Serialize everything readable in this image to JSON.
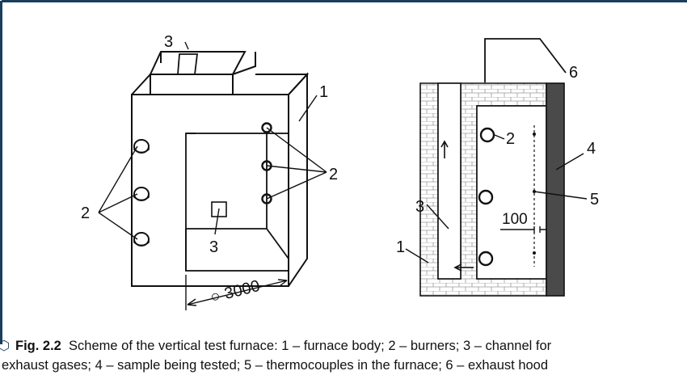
{
  "figure": {
    "left_labels": {
      "body": "1",
      "burners_right": "2",
      "burners_left": "2",
      "channel_top": "3",
      "channel_floor": "3",
      "dimension": "3000",
      "dimension_symbol": "○"
    },
    "right_labels": {
      "body": "1",
      "burner": "2",
      "channel": "3",
      "specimen": "4",
      "thermocouple": "5",
      "exhaust": "6",
      "distance": "100"
    }
  },
  "caption": {
    "marker": "⬡",
    "label": "Fig. 2.2",
    "line1": "Scheme of the vertical test furnace: 1 – furnace body; 2 – burners; 3 – channel for",
    "line2": "exhaust gases; 4 – sample being tested; 5 – thermocouples in the furnace; 6 – exhaust hood"
  },
  "colors": {
    "frame": "#1a3f5c",
    "ink": "#111111",
    "brick_line": "#9a9a9a",
    "specimen_fill": "#4a4a4a"
  }
}
